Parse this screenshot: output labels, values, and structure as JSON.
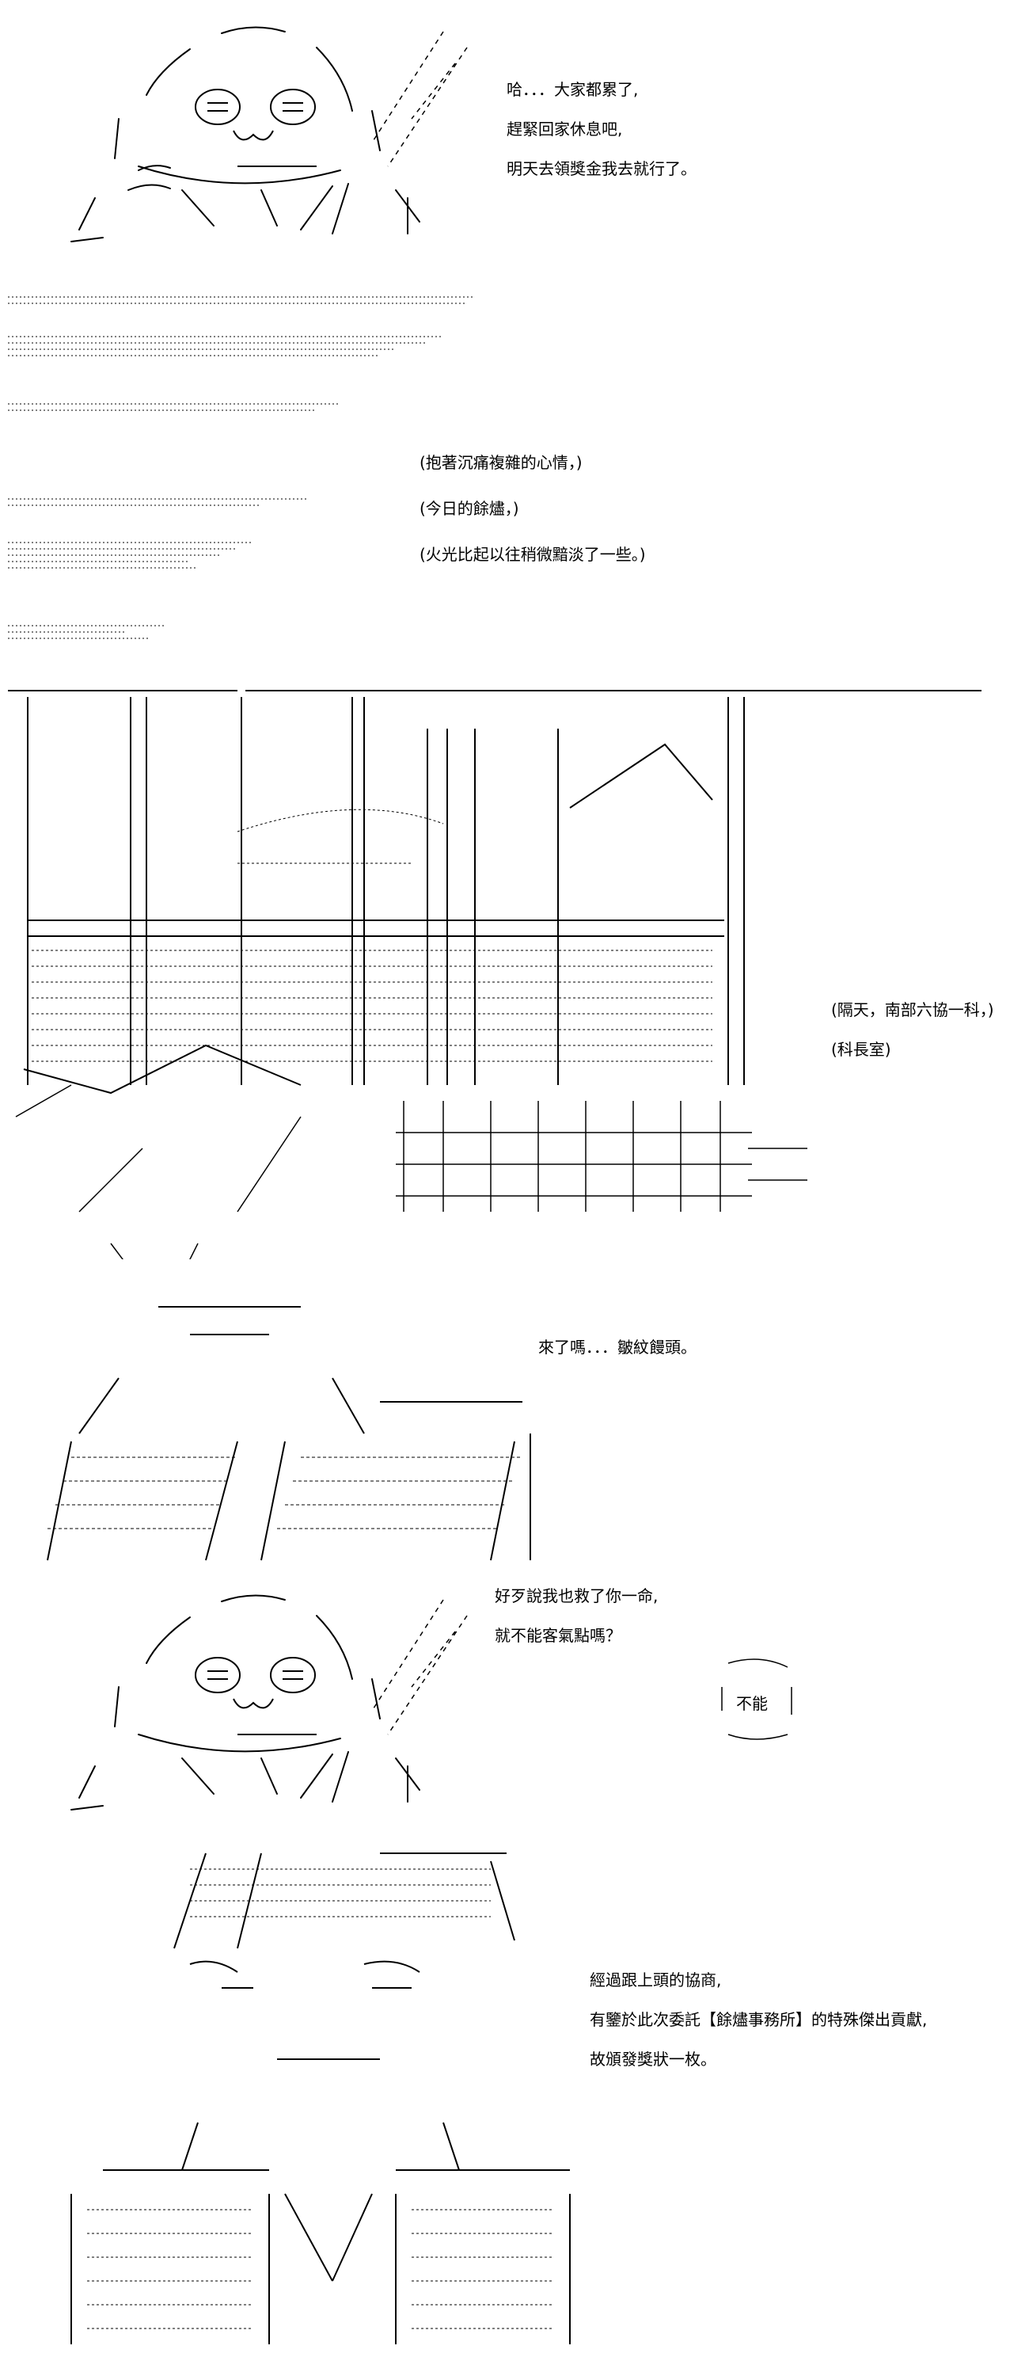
{
  "panel1": {
    "lines": [
      "哈．．．大家都累了,",
      "趕緊回家休息吧,",
      "明天去領獎金我去就行了。"
    ]
  },
  "panel2": {
    "lines": [
      "(抱著沉痛複雜的心情，)",
      "(今日的餘燼，)",
      "(火光比起以往稍微黯淡了一些。)"
    ]
  },
  "panel3": {
    "lines": [
      "(隔天，南部六協一科，)",
      "(科長室)"
    ]
  },
  "panel4": {
    "line": "來了嗎．．．皺紋饅頭。"
  },
  "panel5": {
    "lines": [
      "好歹說我也救了你一命,",
      "就不能客氣點嗎？"
    ],
    "bubble": "不能"
  },
  "panel6": {
    "lines": [
      "經過跟上頭的協商,",
      "有鑒於此次委託【餘燼事務所】的特殊傑出貢獻,",
      "故頒發獎狀一枚。"
    ]
  }
}
